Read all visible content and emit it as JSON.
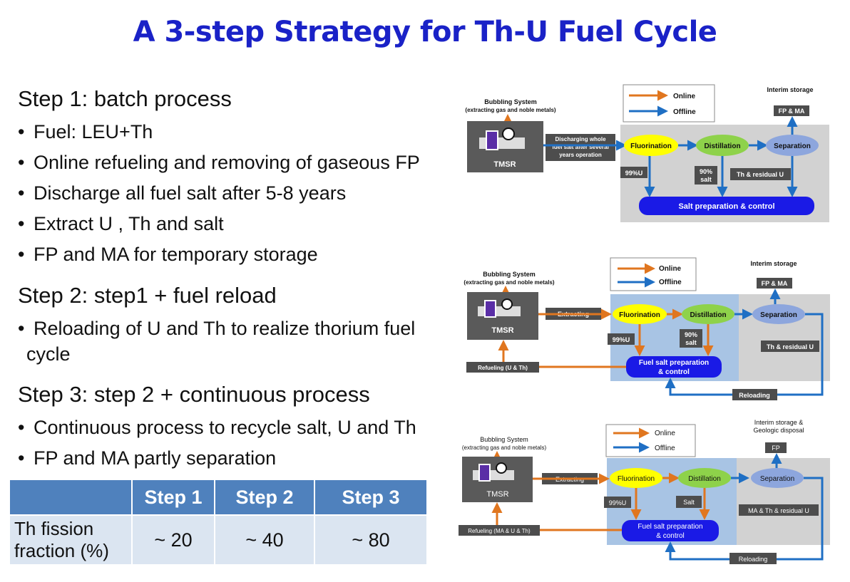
{
  "title": "A 3-step Strategy for Th-U Fuel Cycle",
  "steps": [
    {
      "heading": "Step 1: batch process",
      "bullets": [
        "Fuel: LEU+Th",
        "Online refueling and removing of gaseous FP",
        "Discharge all fuel salt after 5-8 years",
        "Extract U , Th and salt",
        "FP and MA for temporary storage"
      ]
    },
    {
      "heading": "Step 2: step1 + fuel reload",
      "bullets": [
        "Reloading of U and Th to realize thorium fuel"
      ],
      "continuation": "cycle"
    },
    {
      "heading": "Step 3: step 2 + continuous process",
      "bullets": [
        "Continuous process to recycle salt, U and Th",
        "FP and MA partly separation"
      ]
    }
  ],
  "bullet_char": "•",
  "table": {
    "headers": [
      "Step 1",
      "Step 2",
      "Step 3"
    ],
    "row_label_line1": "Th fission",
    "row_label_line2": "fraction (%)",
    "values": [
      "~ 20",
      "~ 40",
      "~ 80"
    ]
  },
  "legend": {
    "online": "Online",
    "offline": "Offline"
  },
  "colors": {
    "online_arrow": "#e0761f",
    "offline_arrow": "#1f6fc4",
    "title": "#1a22c7",
    "table_header": "#4f81bd",
    "table_body": "#dbe5f1"
  },
  "diagrams": [
    {
      "bubbling_line1": "Bubbling System",
      "bubbling_line2": "(extracting gas and noble metals)",
      "reactor": "TMSR",
      "discharge_line1": "Discharging whole",
      "discharge_line2": "fuel salt after several",
      "discharge_line3": "years operation",
      "fluorination": "Fluorination",
      "distillation": "Distillation",
      "separation": "Separation",
      "out_fluor": "99%U",
      "out_dist_line1": "90%",
      "out_dist_line2": "salt",
      "out_sep": "Th & residual U",
      "storage": "Interim storage",
      "storage_box": "FP & MA",
      "prep": "Salt preparation & control"
    },
    {
      "bubbling_line1": "Bubbling System",
      "bubbling_line2": "(extracting gas and noble metals)",
      "reactor": "TMSR",
      "extracting": "Extracting",
      "fluorination": "Fluorination",
      "distillation": "Distillation",
      "separation": "Separation",
      "out_fluor": "99%U",
      "out_dist_line1": "90%",
      "out_dist_line2": "salt",
      "out_sep": "Th & residual U",
      "storage": "Interim storage",
      "storage_box": "FP & MA",
      "prep_line1": "Fuel salt preparation",
      "prep_line2": "& control",
      "refueling": "Refueling (U & Th)",
      "reloading": "Reloading"
    },
    {
      "bubbling_line1": "Bubbling System",
      "bubbling_line2": "(extracting gas and noble metals)",
      "reactor": "TMSR",
      "extracting": "Extracting",
      "fluorination": "Fluorination",
      "distillation": "Distillation",
      "separation": "Separation",
      "out_fluor": "99%U",
      "out_dist": "Salt",
      "out_sep": "MA & Th & residual U",
      "storage_line1": "Interim storage &",
      "storage_line2": "Geologic disposal",
      "storage_box": "FP",
      "prep_line1": "Fuel salt preparation",
      "prep_line2": "& control",
      "refueling": "Refueling (MA & U & Th)",
      "reloading": "Reloading"
    }
  ]
}
